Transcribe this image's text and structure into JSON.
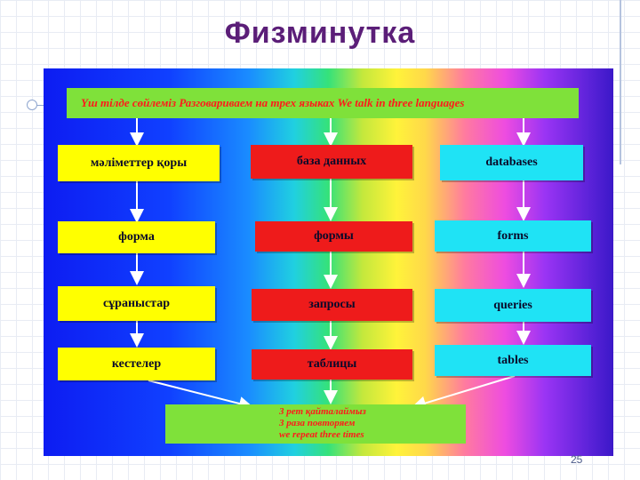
{
  "slide": {
    "title": "Физминутка",
    "page_number": "25"
  },
  "diagram": {
    "top_banner": "Үш тілде сөйлеміз Разговариваем на трех языках  We talk in three languages",
    "columns": [
      {
        "id": "kazakh",
        "color": "#ffff00",
        "items": [
          "мәліметтер қоры",
          "форма",
          "сұраныстар",
          "кестелер"
        ]
      },
      {
        "id": "russian",
        "color": "#ee1b1b",
        "items": [
          "база данных",
          "формы",
          "запросы",
          "таблицы"
        ]
      },
      {
        "id": "english",
        "color": "#1fe3f5",
        "items": [
          "databases",
          "forms",
          "queries",
          "tables"
        ]
      }
    ],
    "bottom_lines": [
      "3 рет қайталаймыз",
      "3 раза повторяем",
      "we repeat three times"
    ]
  }
}
